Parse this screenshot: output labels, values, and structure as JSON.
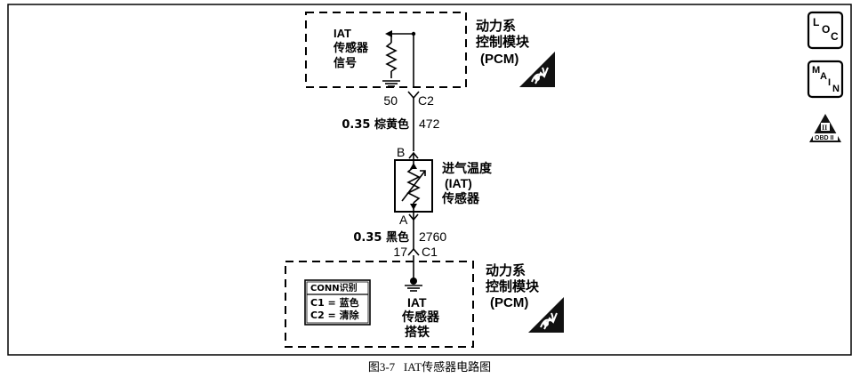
{
  "pcm_top": {
    "sensor_signal_lines": [
      "IAT",
      "传感器",
      "信号"
    ],
    "module_lines": [
      "动力系",
      "控制模块",
      "(PCM)"
    ]
  },
  "connector_c2": {
    "pin": "50",
    "name": "C2"
  },
  "wire_top": {
    "gauge_color": "0.35 棕黄色",
    "circuit": "472"
  },
  "sensor": {
    "terminal_b": "B",
    "terminal_a": "A",
    "label_lines": [
      "进气温度",
      "(IAT)",
      "传感器"
    ]
  },
  "wire_bottom": {
    "gauge_color": "0.35 黑色",
    "circuit": "2760"
  },
  "connector_c1": {
    "pin": "17",
    "name": "C1"
  },
  "pcm_bottom": {
    "conn_id_title": "CONN识别",
    "conn_id_rows": [
      "C1 = 蓝色",
      "C2 = 清除"
    ],
    "ground_lines": [
      "IAT",
      "传感器",
      "搭铁"
    ],
    "module_lines": [
      "动力系",
      "控制模块",
      "(PCM)"
    ]
  },
  "side_icons": {
    "loc": [
      "L",
      "O",
      "C"
    ],
    "main": [
      "M",
      "A",
      "I",
      "N"
    ],
    "obd": {
      "mark": "II",
      "label": "OBD II"
    }
  },
  "caption": "图3-7   IAT传感器电路图"
}
